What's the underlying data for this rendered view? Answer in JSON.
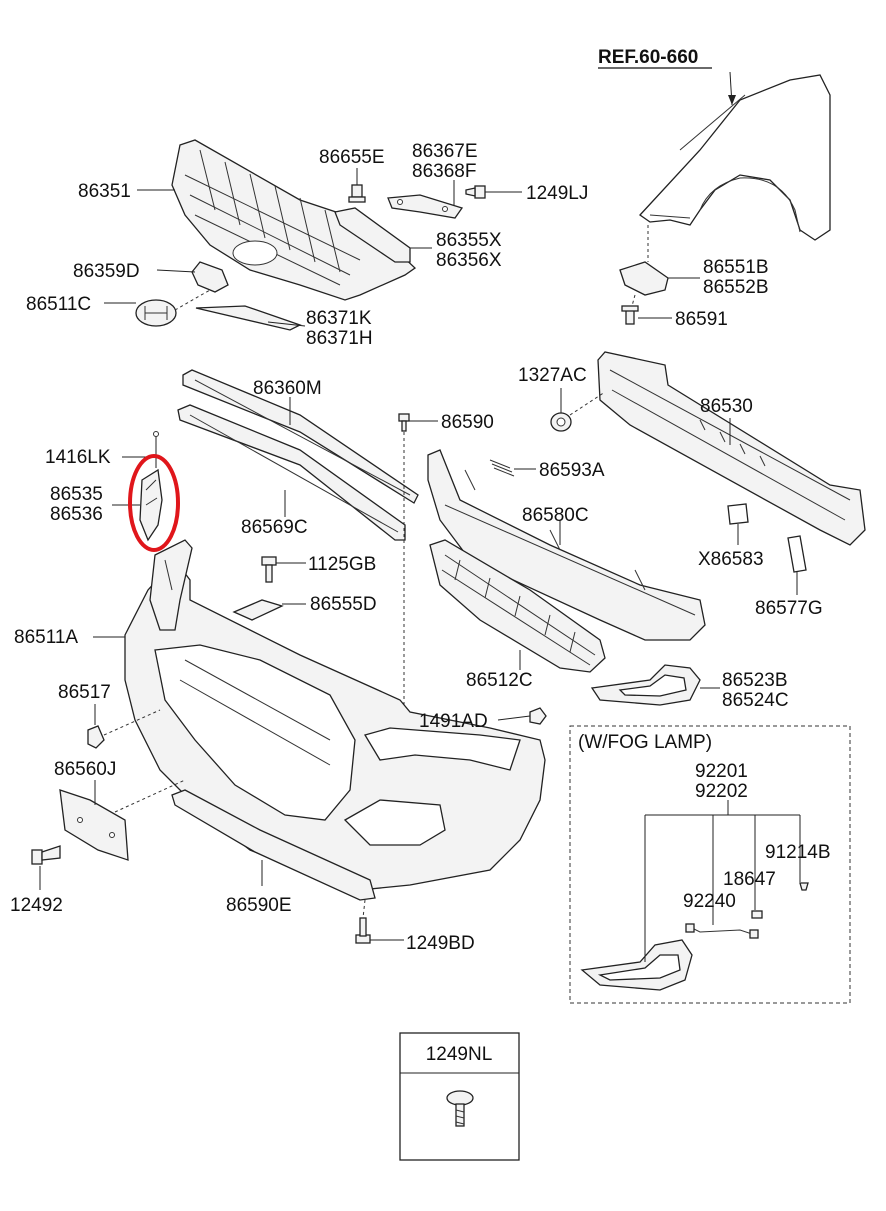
{
  "ref_label": "REF.60-660",
  "fog_lamp_box_label": "(W/FOG LAMP)",
  "bolt_box_label": "1249NL",
  "highlight_color": "#e0161b",
  "part_numbers": {
    "p86351": "86351",
    "p86655E": "86655E",
    "p86367E": "86367E",
    "p86368F": "86368F",
    "p1249LJ": "1249LJ",
    "p86355X": "86355X",
    "p86356X": "86356X",
    "p86359D": "86359D",
    "p86511C": "86511C",
    "p86371K": "86371K",
    "p86371H": "86371H",
    "p86551B": "86551B",
    "p86552B": "86552B",
    "p86591": "86591",
    "p86360M": "86360M",
    "p1327AC": "1327AC",
    "p86530": "86530",
    "p86590": "86590",
    "p1416LK": "1416LK",
    "p86535": "86535",
    "p86536": "86536",
    "p86593A": "86593A",
    "p86569C": "86569C",
    "p86580C": "86580C",
    "p1125GB": "1125GB",
    "pX86583": "X86583",
    "p86555D": "86555D",
    "p86577G": "86577G",
    "p86511A": "86511A",
    "p86512C": "86512C",
    "p86523B": "86523B",
    "p86524C": "86524C",
    "p86517": "86517",
    "p1491AD": "1491AD",
    "p92201": "92201",
    "p92202": "92202",
    "p86560J": "86560J",
    "p91214B": "91214B",
    "p18647": "18647",
    "p92240": "92240",
    "p12492": "12492",
    "p86590E": "86590E",
    "p1249BD": "1249BD"
  }
}
